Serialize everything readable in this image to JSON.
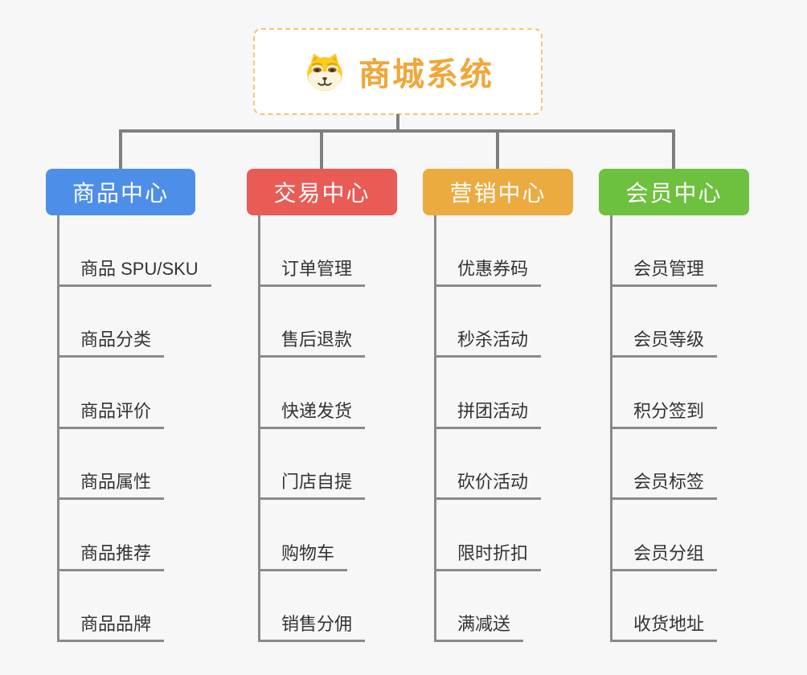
{
  "root": {
    "title": "商城系统",
    "icon": "dog-face-icon",
    "text_color": "#F0A73A",
    "border_color": "#F3C571"
  },
  "branches": [
    {
      "label": "商品中心",
      "color": "#4D8FE8",
      "items": [
        "商品 SPU/SKU",
        "商品分类",
        "商品评价",
        "商品属性",
        "商品推荐",
        "商品品牌"
      ]
    },
    {
      "label": "交易中心",
      "color": "#E85C55",
      "items": [
        "订单管理",
        "售后退款",
        "快递发货",
        "门店自提",
        "购物车",
        "销售分佣"
      ]
    },
    {
      "label": "营销中心",
      "color": "#ECAB40",
      "items": [
        "优惠券码",
        "秒杀活动",
        "拼团活动",
        "砍价活动",
        "限时折扣",
        "满减送"
      ]
    },
    {
      "label": "会员中心",
      "color": "#6EC13E",
      "items": [
        "会员管理",
        "会员等级",
        "积分签到",
        "会员标签",
        "会员分组",
        "收货地址"
      ]
    }
  ],
  "colors": {
    "background": "#F7F7F7",
    "connector": "#7F7F7F",
    "leaf_line": "#8A8A8A",
    "leaf_text": "#333333"
  }
}
